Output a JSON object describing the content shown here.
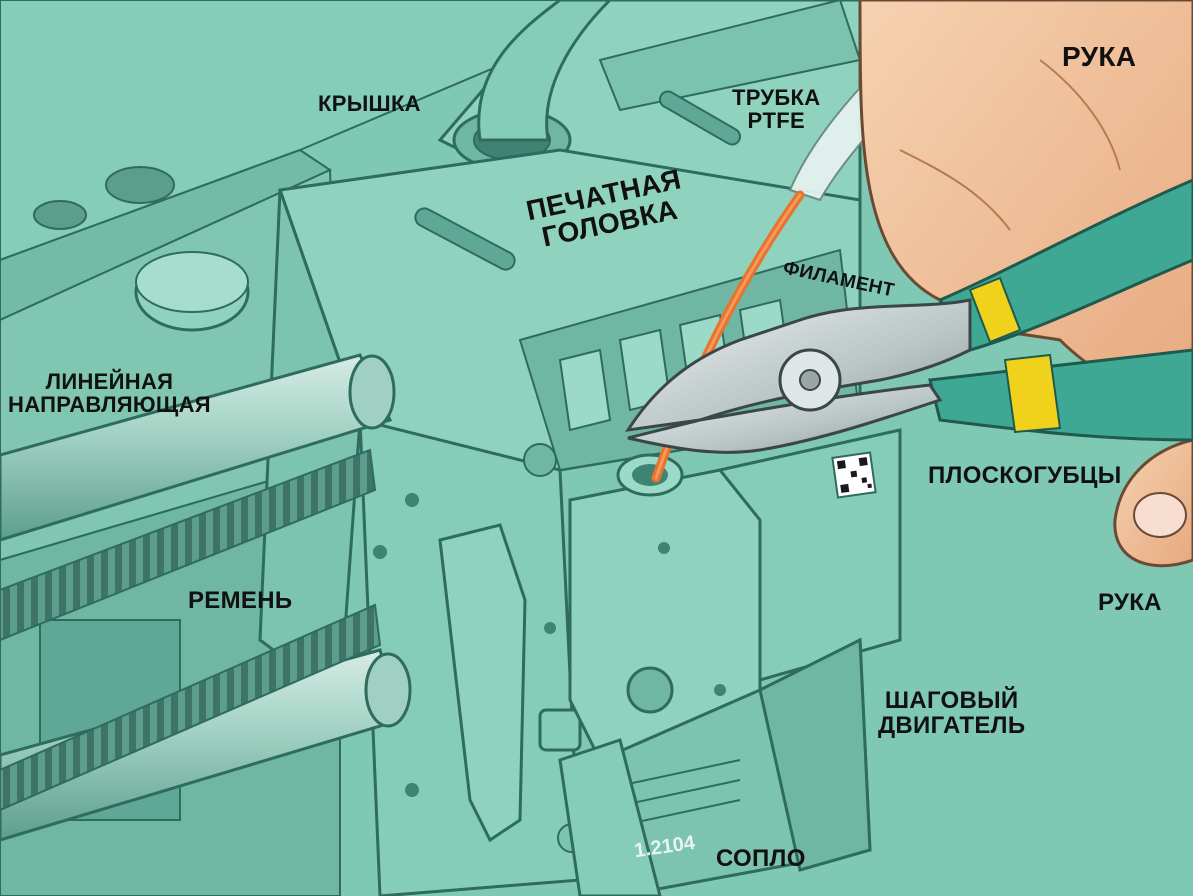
{
  "labels": {
    "cover": "КРЫШКА",
    "ptfe_tube": [
      "ТРУБКА",
      "PTFE"
    ],
    "print_head": [
      "ПЕЧАТНАЯ",
      "ГОЛОВКА"
    ],
    "filament": "ФИЛАМЕНТ",
    "hand_top": "РУКА",
    "linear_rail": [
      "ЛИНЕЙНАЯ",
      "НАПРАВЛЯЮЩАЯ"
    ],
    "pliers": "ПЛОСКОГУБЦЫ",
    "belt": "РЕМЕНЬ",
    "hand_right": "РУКА",
    "stepper_motor": [
      "ШАГОВЫЙ",
      "ДВИГАТЕЛЬ"
    ],
    "nozzle": "СОПЛО"
  },
  "serial_number": "1.2104",
  "colors": {
    "background": "#7fc9b4",
    "machine": "#8fd3bf",
    "machine_dark": "#5fa895",
    "outline": "#2f6b5e",
    "filament": "#e8732c",
    "skin": "#f2c29a",
    "pliers_handle": "#3fa894",
    "pliers_band": "#f0d21c",
    "metal": "#c9d3d3"
  }
}
